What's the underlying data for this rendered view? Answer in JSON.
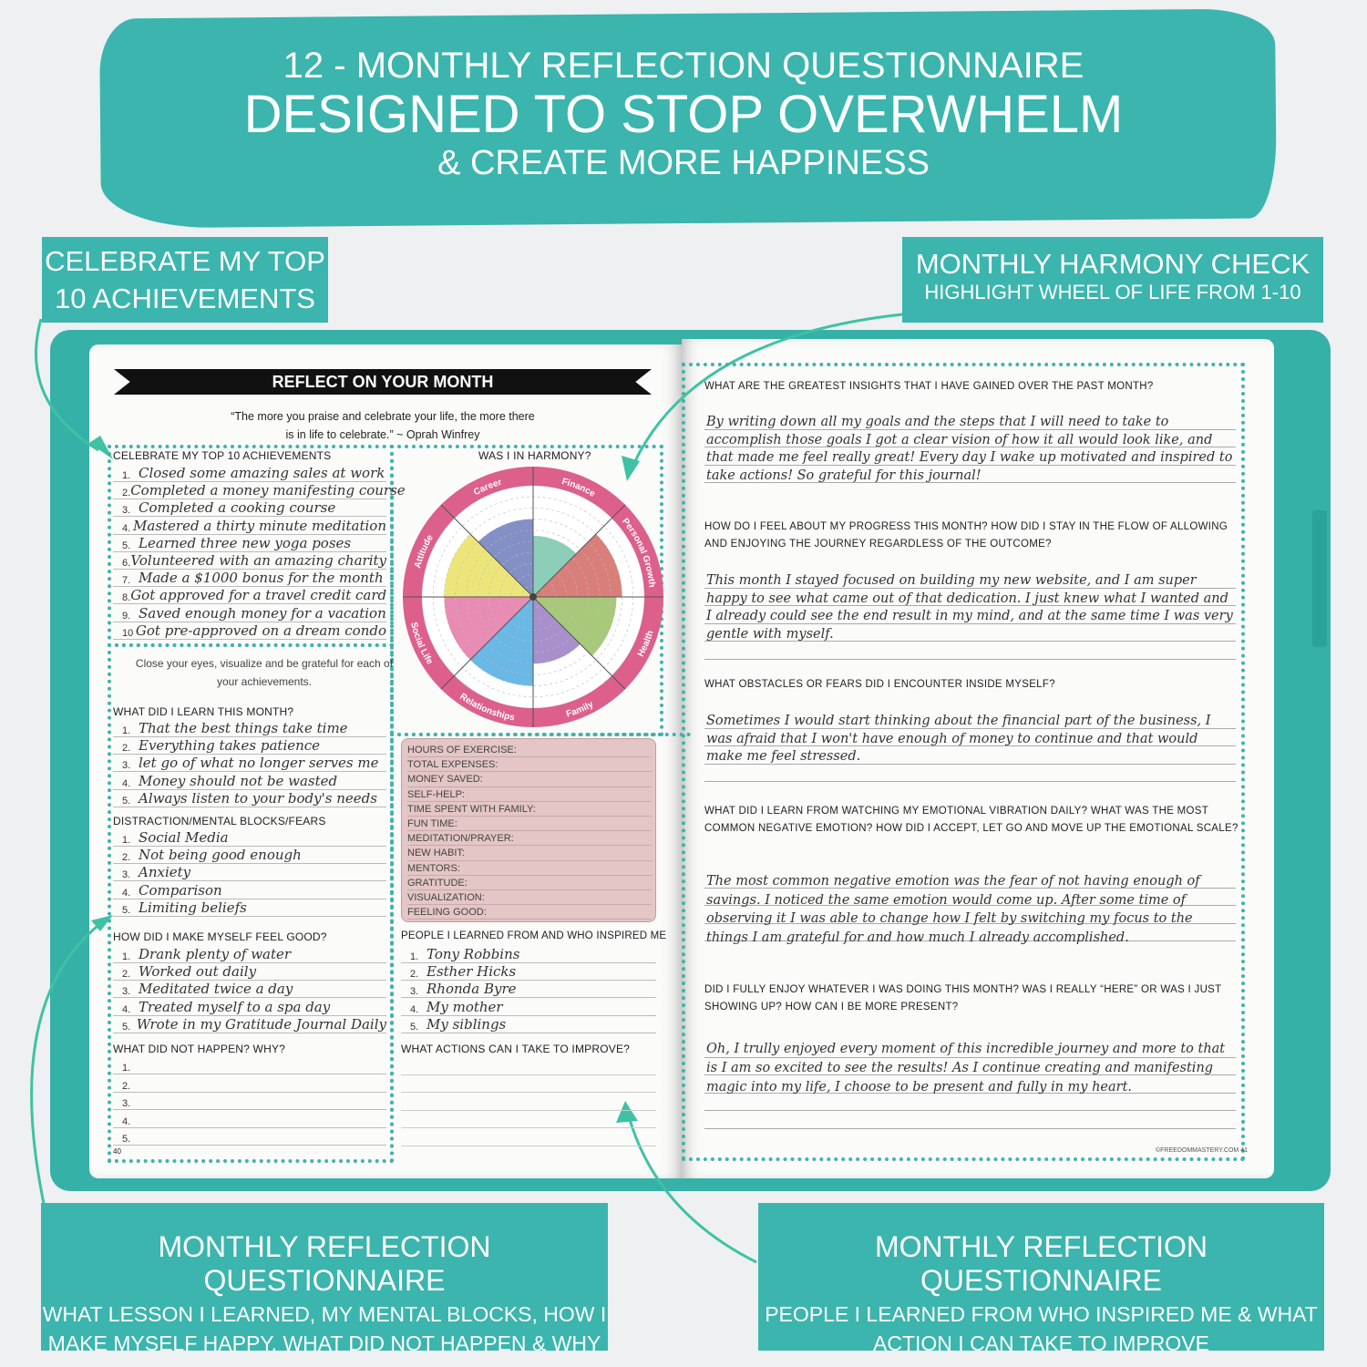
{
  "banner": {
    "line1": "12 - MONTHLY REFLECTION QUESTIONNAIRE",
    "line2": "DESIGNED TO STOP OVERWHELM",
    "line3": "& CREATE MORE HAPPINESS"
  },
  "callouts": {
    "top_left": [
      "CELEBRATE MY TOP",
      "10 ACHIEVEMENTS"
    ],
    "top_right": {
      "title": "MONTHLY HARMONY CHECK",
      "sub": "HIGHLIGHT WHEEL OF LIFE FROM 1-10"
    },
    "bottom_left": {
      "title": "MONTHLY REFLECTION QUESTIONNAIRE",
      "sub1": "WHAT LESSON I LEARNED, MY MENTAL BLOCKS, HOW I",
      "sub2": "MAKE MYSELF HAPPY, WHAT DID NOT HAPPEN & WHY"
    },
    "bottom_right": {
      "title": "MONTHLY REFLECTION QUESTIONNAIRE",
      "sub1": "PEOPLE I LEARNED FROM WHO INSPIRED ME & WHAT",
      "sub2": "ACTION I CAN TAKE TO IMPROVE"
    }
  },
  "left_page": {
    "title": "REFLECT ON YOUR MONTH",
    "quote1": "“The more you praise and celebrate your life, the more there",
    "quote2": "is in life to celebrate.” ~ Oprah Winfrey",
    "achievements_heading": "CELEBRATE MY TOP 10 ACHIEVEMENTS",
    "achievements": [
      {
        "n": "1.",
        "t": "Closed some amazing sales at work"
      },
      {
        "n": "2.",
        "t": "Completed a money manifesting course"
      },
      {
        "n": "3.",
        "t": "Completed a cooking course"
      },
      {
        "n": "4.",
        "t": "Mastered a thirty minute meditation"
      },
      {
        "n": "5.",
        "t": "Learned three new yoga poses"
      },
      {
        "n": "6.",
        "t": "Volunteered with an amazing charity"
      },
      {
        "n": "7.",
        "t": "Made a $1000 bonus for the month"
      },
      {
        "n": "8.",
        "t": "Got approved for a travel credit card"
      },
      {
        "n": "9.",
        "t": "Saved enough money for a vacation"
      },
      {
        "n": "10",
        "t": "Got pre-approved on a dream condo"
      }
    ],
    "grateful1": "Close your eyes, visualize and be grateful for each of",
    "grateful2": "your achievements.",
    "harmony_heading": "WAS I IN HARMONY?",
    "learn_heading": "WHAT DID I LEARN THIS MONTH?",
    "learn": [
      {
        "n": "1.",
        "t": "That the best things take time"
      },
      {
        "n": "2.",
        "t": "Everything takes patience"
      },
      {
        "n": "3.",
        "t": "let go of what no longer serves me"
      },
      {
        "n": "4.",
        "t": "Money should not be wasted"
      },
      {
        "n": "5.",
        "t": "Always listen to your body's needs"
      }
    ],
    "blocks_heading": "DISTRACTION/MENTAL BLOCKS/FEARS",
    "blocks": [
      {
        "n": "1.",
        "t": "Social Media"
      },
      {
        "n": "2.",
        "t": "Not being good enough"
      },
      {
        "n": "3.",
        "t": "Anxiety"
      },
      {
        "n": "4.",
        "t": "Comparison"
      },
      {
        "n": "5.",
        "t": "Limiting beliefs"
      }
    ],
    "good_heading": "HOW DID I MAKE MYSELF FEEL GOOD?",
    "good": [
      {
        "n": "1.",
        "t": "Drank plenty of water"
      },
      {
        "n": "2.",
        "t": "Worked out daily"
      },
      {
        "n": "3.",
        "t": "Meditated twice a day"
      },
      {
        "n": "4.",
        "t": "Treated myself to a spa day"
      },
      {
        "n": "5.",
        "t": "Wrote in my Gratitude Journal Daily"
      }
    ],
    "not_heading": "WHAT DID NOT HAPPEN?  WHY?",
    "not": [
      {
        "n": "1.",
        "t": ""
      },
      {
        "n": "2.",
        "t": ""
      },
      {
        "n": "3.",
        "t": ""
      },
      {
        "n": "4.",
        "t": ""
      },
      {
        "n": "5.",
        "t": ""
      }
    ],
    "stats": [
      "HOURS OF EXERCISE:",
      "TOTAL EXPENSES:",
      "MONEY SAVED:",
      "SELF-HELP:",
      "TIME SPENT WITH FAMILY:",
      "FUN TIME:",
      "MEDITATION/PRAYER:",
      "NEW HABIT:",
      "MENTORS:",
      "GRATITUDE:",
      "VISUALIZATION:",
      "FEELING GOOD:"
    ],
    "people_heading": "PEOPLE I LEARNED FROM AND WHO INSPIRED ME",
    "people": [
      {
        "n": "1.",
        "t": "Tony Robbins"
      },
      {
        "n": "2.",
        "t": "Esther Hicks"
      },
      {
        "n": "3.",
        "t": "Rhonda Byre"
      },
      {
        "n": "4.",
        "t": "My mother"
      },
      {
        "n": "5.",
        "t": "My siblings"
      }
    ],
    "actions_heading": "WHAT ACTIONS CAN I TAKE TO IMPROVE?",
    "page_number": "40"
  },
  "wheel": {
    "max": 10,
    "segments": [
      {
        "label": "Finance",
        "value": 5.5,
        "color": "#8ccfb9"
      },
      {
        "label": "Personal Growth",
        "value": 8,
        "color": "#d97f7a"
      },
      {
        "label": "Health",
        "value": 7.5,
        "color": "#a9c97a"
      },
      {
        "label": "Family",
        "value": 6,
        "color": "#a890cc"
      },
      {
        "label": "Relationships",
        "value": 8,
        "color": "#6ab8e6"
      },
      {
        "label": "Social Life",
        "value": 8,
        "color": "#e98cb4"
      },
      {
        "label": "Attitude",
        "value": 8,
        "color": "#ece67a"
      },
      {
        "label": "Career",
        "value": 7,
        "color": "#8390c6"
      }
    ],
    "ring_color": "#dc5f8c"
  },
  "right_page": {
    "q1": "WHAT ARE THE GREATEST INSIGHTS THAT I HAVE GAINED OVER THE PAST MONTH?",
    "a1": "By writing down all my goals and the steps that I will need to take to accomplish those goals I got a clear vision of how it all would look like, and that made me feel really great! Every day I wake up motivated and inspired to take actions! So grateful for this journal!",
    "q2": "HOW DO I FEEL ABOUT MY PROGRESS THIS MONTH? HOW DID I STAY IN THE FLOW OF ALLOWING AND ENJOYING THE JOURNEY REGARDLESS OF THE OUTCOME?",
    "a2": "This month I stayed focused on building my new website, and I am super happy to see what came out of that dedication. I just knew what I wanted and I already could see the end result in my mind, and at the same time I was very gentle with myself.",
    "q3": "WHAT OBSTACLES OR FEARS DID I ENCOUNTER INSIDE MYSELF?",
    "a3": "Sometimes I would start thinking about the financial part of the business, I was afraid that I won't have enough of money to continue and that would make me feel stressed.",
    "q4": "WHAT DID I LEARN FROM WATCHING MY EMOTIONAL VIBRATION DAILY? WHAT WAS THE MOST COMMON NEGATIVE EMOTION? HOW DID I ACCEPT, LET GO AND MOVE UP THE EMOTIONAL SCALE?",
    "a4": "The most common negative emotion was the fear of not having enough of savings. I noticed the same emotion would come up. After some time of observing it I was able to change how I felt by switching my focus to the things I am grateful for and how much I already accomplished.",
    "q5": "DID I FULLY ENJOY WHATEVER I WAS DOING THIS MONTH? WAS I REALLY “HERE” OR WAS I JUST SHOWING UP? HOW CAN I BE MORE PRESENT?",
    "a5": "Oh, I trully enjoyed every moment of this incredible journey and more to that is I am so excited to see the results! As I continue creating and manifesting magic into my life, I choose to be present and fully in my heart.",
    "footer": "©FREEDOMMASTERY.COM",
    "page_number": "41"
  }
}
